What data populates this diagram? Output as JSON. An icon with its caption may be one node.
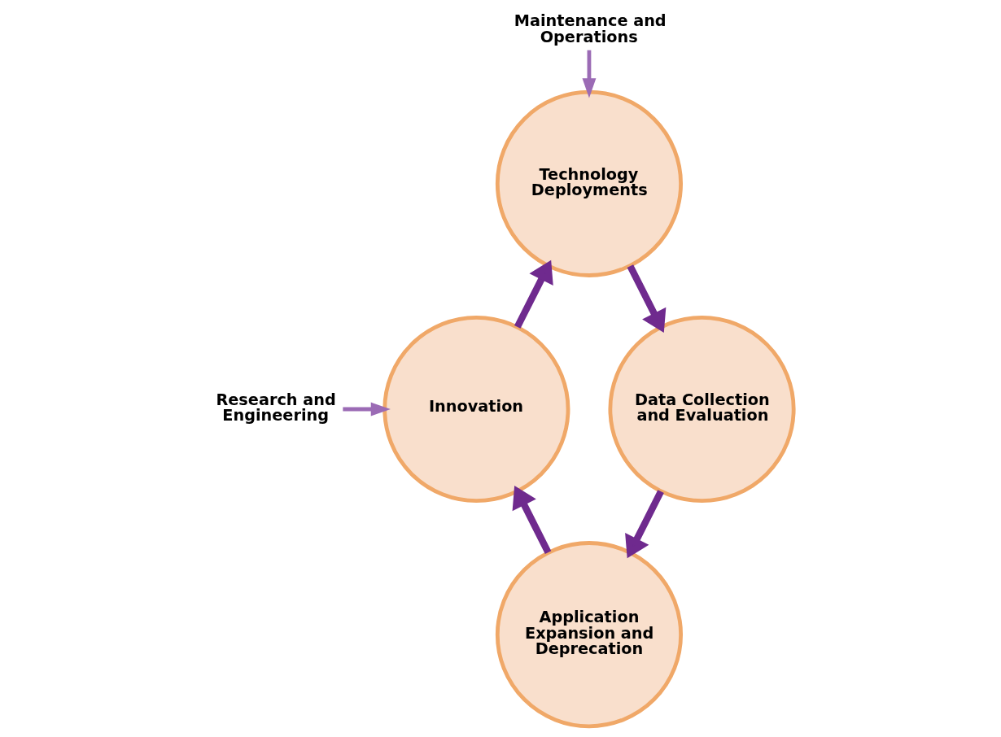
{
  "diagram": {
    "nodes": [
      {
        "text": [
          "Technology Deployments"
        ]
      },
      {
        "text": [
          "Data Collection and Evaluation"
        ]
      },
      {
        "text": [
          "Application Expansion and Deprecation"
        ]
      },
      {
        "text": [
          "Innovation"
        ]
      },
      {
        "text": [
          "Maintenance and Operations"
        ]
      },
      {
        "text": [
          "Research and Engineering"
        ]
      }
    ],
    "edges": [
      {
        "from": 0,
        "to": 1,
        "arrow": "to"
      },
      {
        "from": 1,
        "to": 2,
        "arrow": "to"
      },
      {
        "from": 2,
        "to": 3,
        "arrow": "to"
      },
      {
        "from": 3,
        "to": 0,
        "arrow": "to"
      },
      {
        "from": 4,
        "to": 0,
        "arrow": "to",
        "color": "#9b6bb5"
      },
      {
        "from": 5,
        "to": 3,
        "arrow": "to",
        "color": "#9b6bb5"
      }
    ]
  }
}
